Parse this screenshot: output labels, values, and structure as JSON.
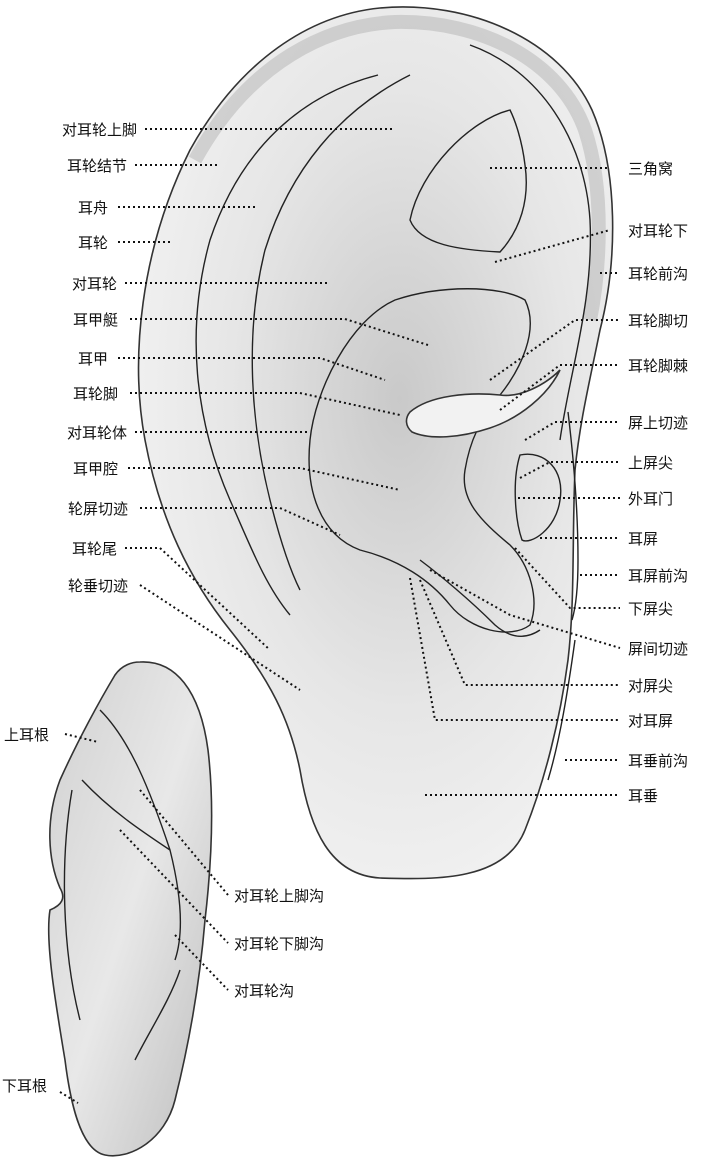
{
  "labels": {
    "l01": "对耳轮上脚",
    "l02": "耳轮结节",
    "l03": "耳舟",
    "l04": "耳轮",
    "l05": "对耳轮",
    "l06": "耳甲艇",
    "l07": "耳甲",
    "l08": "耳轮脚",
    "l09": "对耳轮体",
    "l10": "耳甲腔",
    "l11": "轮屏切迹",
    "l12": "耳轮尾",
    "l13": "轮垂切迹",
    "l14": "上耳根",
    "l15": "下耳根",
    "r01": "三角窝",
    "r02": "对耳轮下",
    "r03": "耳轮前沟",
    "r04": "耳轮脚切",
    "r05": "耳轮脚棘",
    "r06": "屏上切迹",
    "r07": "上屏尖",
    "r08": "外耳门",
    "r09": "耳屏",
    "r10": "耳屏前沟",
    "r11": "下屏尖",
    "r12": "屏间切迹",
    "r13": "对屏尖",
    "r14": "对耳屏",
    "r15": "耳垂前沟",
    "r16": "耳垂",
    "b01": "对耳轮上脚沟",
    "b02": "对耳轮下脚沟",
    "b03": "对耳轮沟"
  }
}
